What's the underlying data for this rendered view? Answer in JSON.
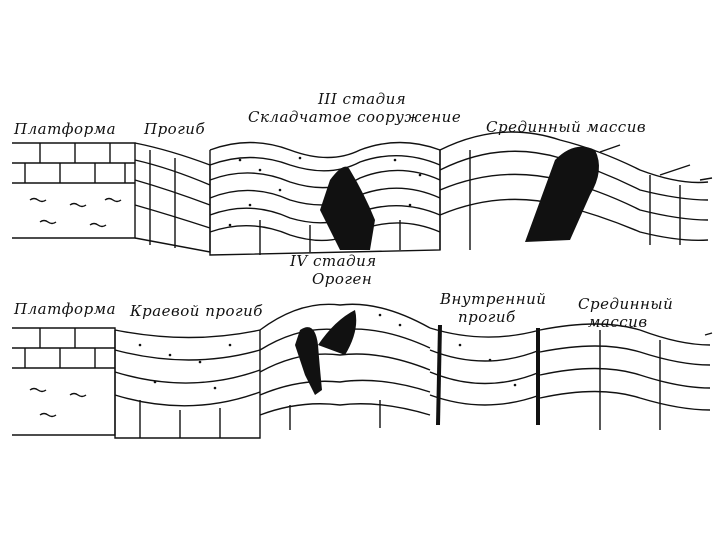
{
  "top_section": {
    "stage_label": "III стадия",
    "platform": "Платформа",
    "trough": "Прогиб",
    "fold_structure": "Складчатое сооружение",
    "median_massif": "Срединный массив"
  },
  "bottom_section": {
    "stage_label": "IV стадия",
    "orogen": "Ороген",
    "platform": "Платформа",
    "marginal_trough": "Краевой прогиб",
    "inner_trough_line1": "Внутренний",
    "inner_trough_line2": "прогиб",
    "median_massif_line1": "Срединный",
    "median_massif_line2": "массив"
  },
  "colors": {
    "ink": "#111111",
    "intrusion": "#111111",
    "paper": "#ffffff"
  }
}
